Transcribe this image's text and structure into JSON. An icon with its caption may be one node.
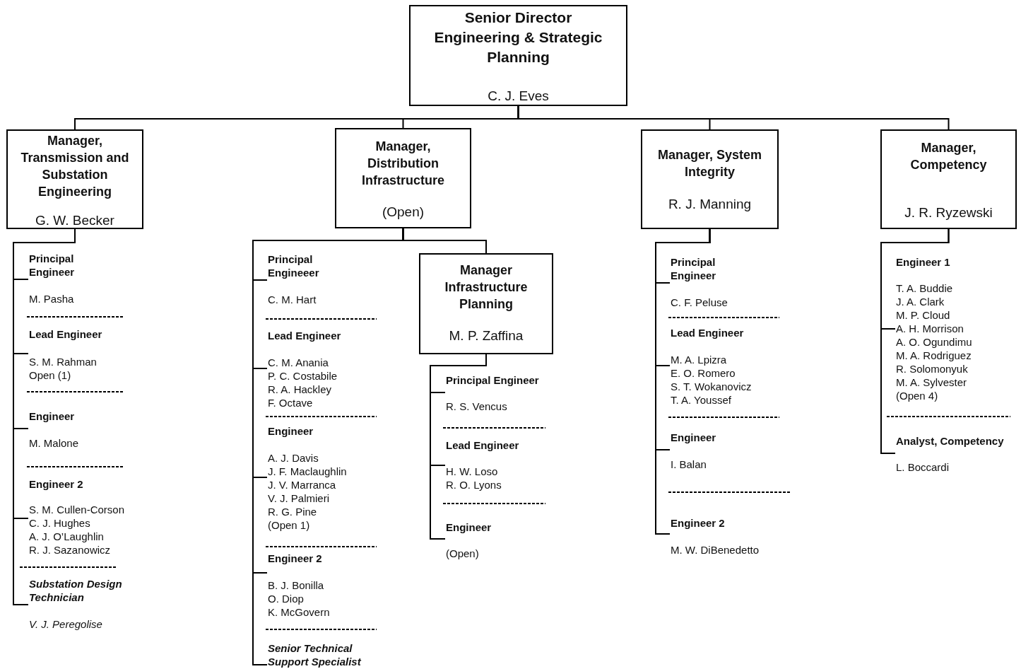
{
  "diagram": {
    "nodes": [
      {
        "text": [
          "Senior Director Engineering & Strategic Planning",
          "C. J. Eves"
        ]
      },
      {
        "text": [
          "Manager, Transmission and Substation Engineering",
          "G. W. Becker"
        ]
      },
      {
        "text": [
          "Manager, Distribution Infrastructure",
          "(Open)"
        ]
      },
      {
        "text": [
          "Manager, System Integrity",
          "R. J. Manning"
        ]
      },
      {
        "text": [
          "Manager, Competency",
          "J. R. Ryzewski"
        ]
      },
      {
        "text": [
          "Principal Engineer",
          "M. Pasha"
        ]
      },
      {
        "text": [
          "Lead Engineer",
          "S. M. Rahman",
          "Open (1)"
        ]
      },
      {
        "text": [
          "Engineer",
          "M. Malone"
        ]
      },
      {
        "text": [
          "Engineer 2",
          "S. M. Cullen-Corson",
          "C. J. Hughes",
          "A. J. O’Laughlin",
          "R. J. Sazanowicz"
        ]
      },
      {
        "text": [
          "*Substation Design Technician*",
          "*V. J. Peregolise*"
        ]
      },
      {
        "text": [
          "Principal Engineeer",
          "C. M. Hart"
        ]
      },
      {
        "text": [
          "Lead Engineer",
          "C. M. Anania",
          "P. C. Costabile",
          "R. A. Hackley",
          "F. Octave"
        ]
      },
      {
        "text": [
          "Engineer",
          "A. J. Davis",
          "J. F. Maclaughlin",
          "J. V. Marranca",
          "V. J. Palmieri",
          "R. G. Pine",
          "(Open 1)"
        ]
      },
      {
        "text": [
          "Engineer 2",
          "B. J. Bonilla",
          "O. Diop",
          "K. McGovern"
        ]
      },
      {
        "text": [
          "*Senior Technical Support Specialist*"
        ]
      },
      {
        "text": [
          "Manager Infrastructure Planning",
          "M. P. Zaffina"
        ]
      },
      {
        "text": [
          "Principal Engineer",
          "R. S. Vencus"
        ]
      },
      {
        "text": [
          "Lead Engineer",
          "H. W. Loso",
          "R. O. Lyons"
        ]
      },
      {
        "text": [
          "Engineer",
          "(Open)"
        ]
      },
      {
        "text": [
          "Principal Engineer",
          "C. F. Peluse"
        ]
      },
      {
        "text": [
          "Lead Engineer",
          "M. A. Lpizra",
          "E. O. Romero",
          "S. T. Wokanovicz",
          "T. A. Youssef"
        ]
      },
      {
        "text": [
          "Engineer",
          "I. Balan"
        ]
      },
      {
        "text": [
          "Engineer 2",
          "M. W. DiBenedetto"
        ]
      },
      {
        "text": [
          "Engineer 1",
          "T. A. Buddie",
          "J. A. Clark",
          "M. P. Cloud",
          "A. H. Morrison",
          "A. O. Ogundimu",
          "M. A. Rodriguez",
          "R. Solomonyuk",
          "M. A. Sylvester",
          "(Open 4)"
        ]
      },
      {
        "text": [
          "Analyst, Competency",
          "L. Boccardi"
        ]
      }
    ],
    "edges": [
      {
        "from": 0,
        "to": 1,
        "arrow": "none"
      },
      {
        "from": 0,
        "to": 2,
        "arrow": "none"
      },
      {
        "from": 0,
        "to": 3,
        "arrow": "none"
      },
      {
        "from": 0,
        "to": 4,
        "arrow": "none"
      },
      {
        "from": 1,
        "to": 5,
        "arrow": "none"
      },
      {
        "from": 1,
        "to": 6,
        "arrow": "none"
      },
      {
        "from": 1,
        "to": 7,
        "arrow": "none"
      },
      {
        "from": 1,
        "to": 8,
        "arrow": "none"
      },
      {
        "from": 1,
        "to": 9,
        "arrow": "none"
      },
      {
        "from": 2,
        "to": 10,
        "arrow": "none"
      },
      {
        "from": 2,
        "to": 11,
        "arrow": "none"
      },
      {
        "from": 2,
        "to": 12,
        "arrow": "none"
      },
      {
        "from": 2,
        "to": 13,
        "arrow": "none"
      },
      {
        "from": 2,
        "to": 14,
        "arrow": "none"
      },
      {
        "from": 2,
        "to": 15,
        "arrow": "none"
      },
      {
        "from": 15,
        "to": 16,
        "arrow": "none"
      },
      {
        "from": 15,
        "to": 17,
        "arrow": "none"
      },
      {
        "from": 15,
        "to": 18,
        "arrow": "none"
      },
      {
        "from": 3,
        "to": 19,
        "arrow": "none"
      },
      {
        "from": 3,
        "to": 20,
        "arrow": "none"
      },
      {
        "from": 3,
        "to": 21,
        "arrow": "none"
      },
      {
        "from": 3,
        "to": 22,
        "arrow": "none"
      },
      {
        "from": 4,
        "to": 23,
        "arrow": "none"
      },
      {
        "from": 4,
        "to": 24,
        "arrow": "none"
      }
    ]
  }
}
